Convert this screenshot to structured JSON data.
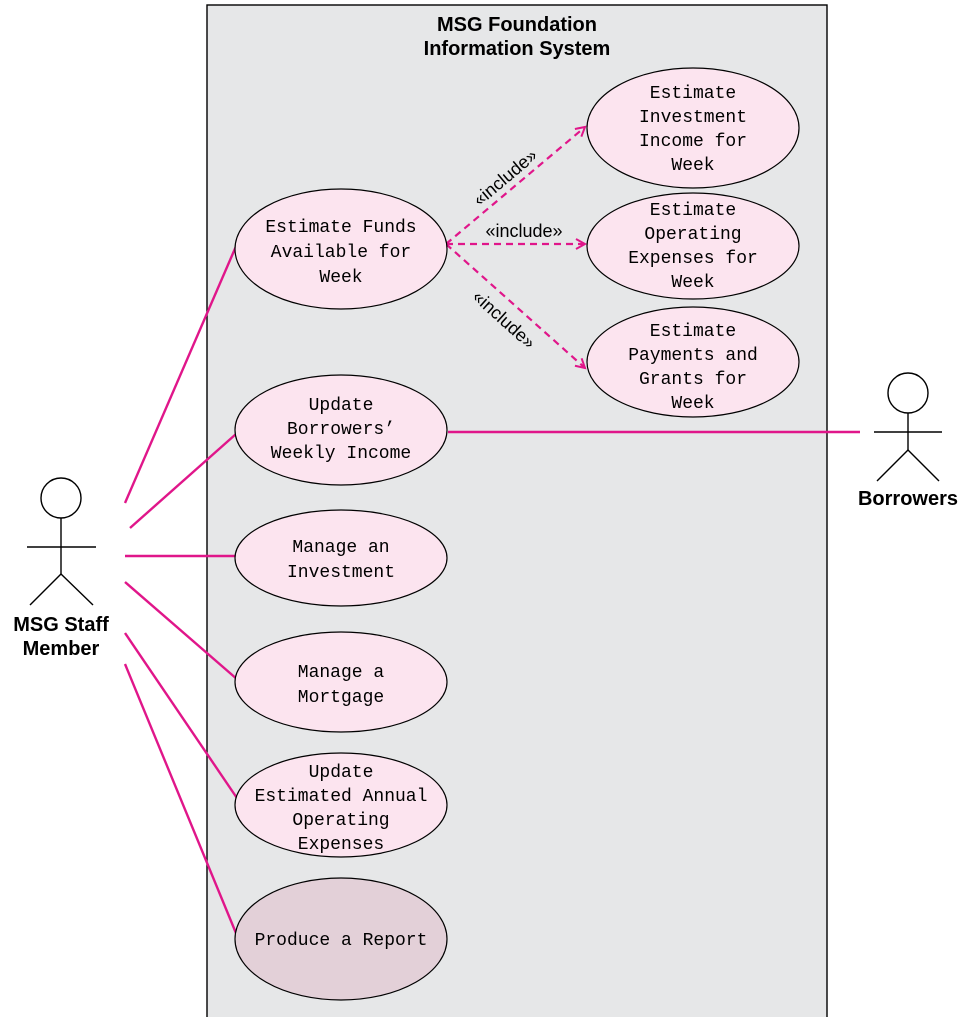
{
  "system": {
    "title_line1": "MSG Foundation",
    "title_line2": "Information System",
    "fill": "#e6e7e8"
  },
  "actors": {
    "staff": {
      "line1": "MSG Staff",
      "line2": "Member"
    },
    "borrowers": {
      "label": "Borrowers"
    }
  },
  "use_cases": {
    "estimate_funds": {
      "lines": [
        "Estimate Funds",
        "Available for",
        "Week"
      ]
    },
    "estimate_investment": {
      "lines": [
        "Estimate",
        "Investment",
        "Income for",
        "Week"
      ]
    },
    "estimate_operating": {
      "lines": [
        "Estimate",
        "Operating",
        "Expenses for",
        "Week"
      ]
    },
    "estimate_payments": {
      "lines": [
        "Estimate",
        "Payments and",
        "Grants for",
        "Week"
      ]
    },
    "update_borrowers": {
      "lines": [
        "Update",
        "Borrowers’",
        "Weekly Income"
      ]
    },
    "manage_investment": {
      "lines": [
        "Manage an",
        "Investment"
      ]
    },
    "manage_mortgage": {
      "lines": [
        "Manage a",
        "Mortgage"
      ]
    },
    "update_expenses": {
      "lines": [
        "Update",
        "Estimated Annual",
        "Operating",
        "Expenses"
      ]
    },
    "produce_report": {
      "lines": [
        "Produce a Report"
      ]
    }
  },
  "relations": {
    "include_label": "«include»"
  },
  "colors": {
    "association": "#e0168a",
    "use_case_fill": "#fce4ef",
    "highlight_fill": "#e3d0d8"
  }
}
